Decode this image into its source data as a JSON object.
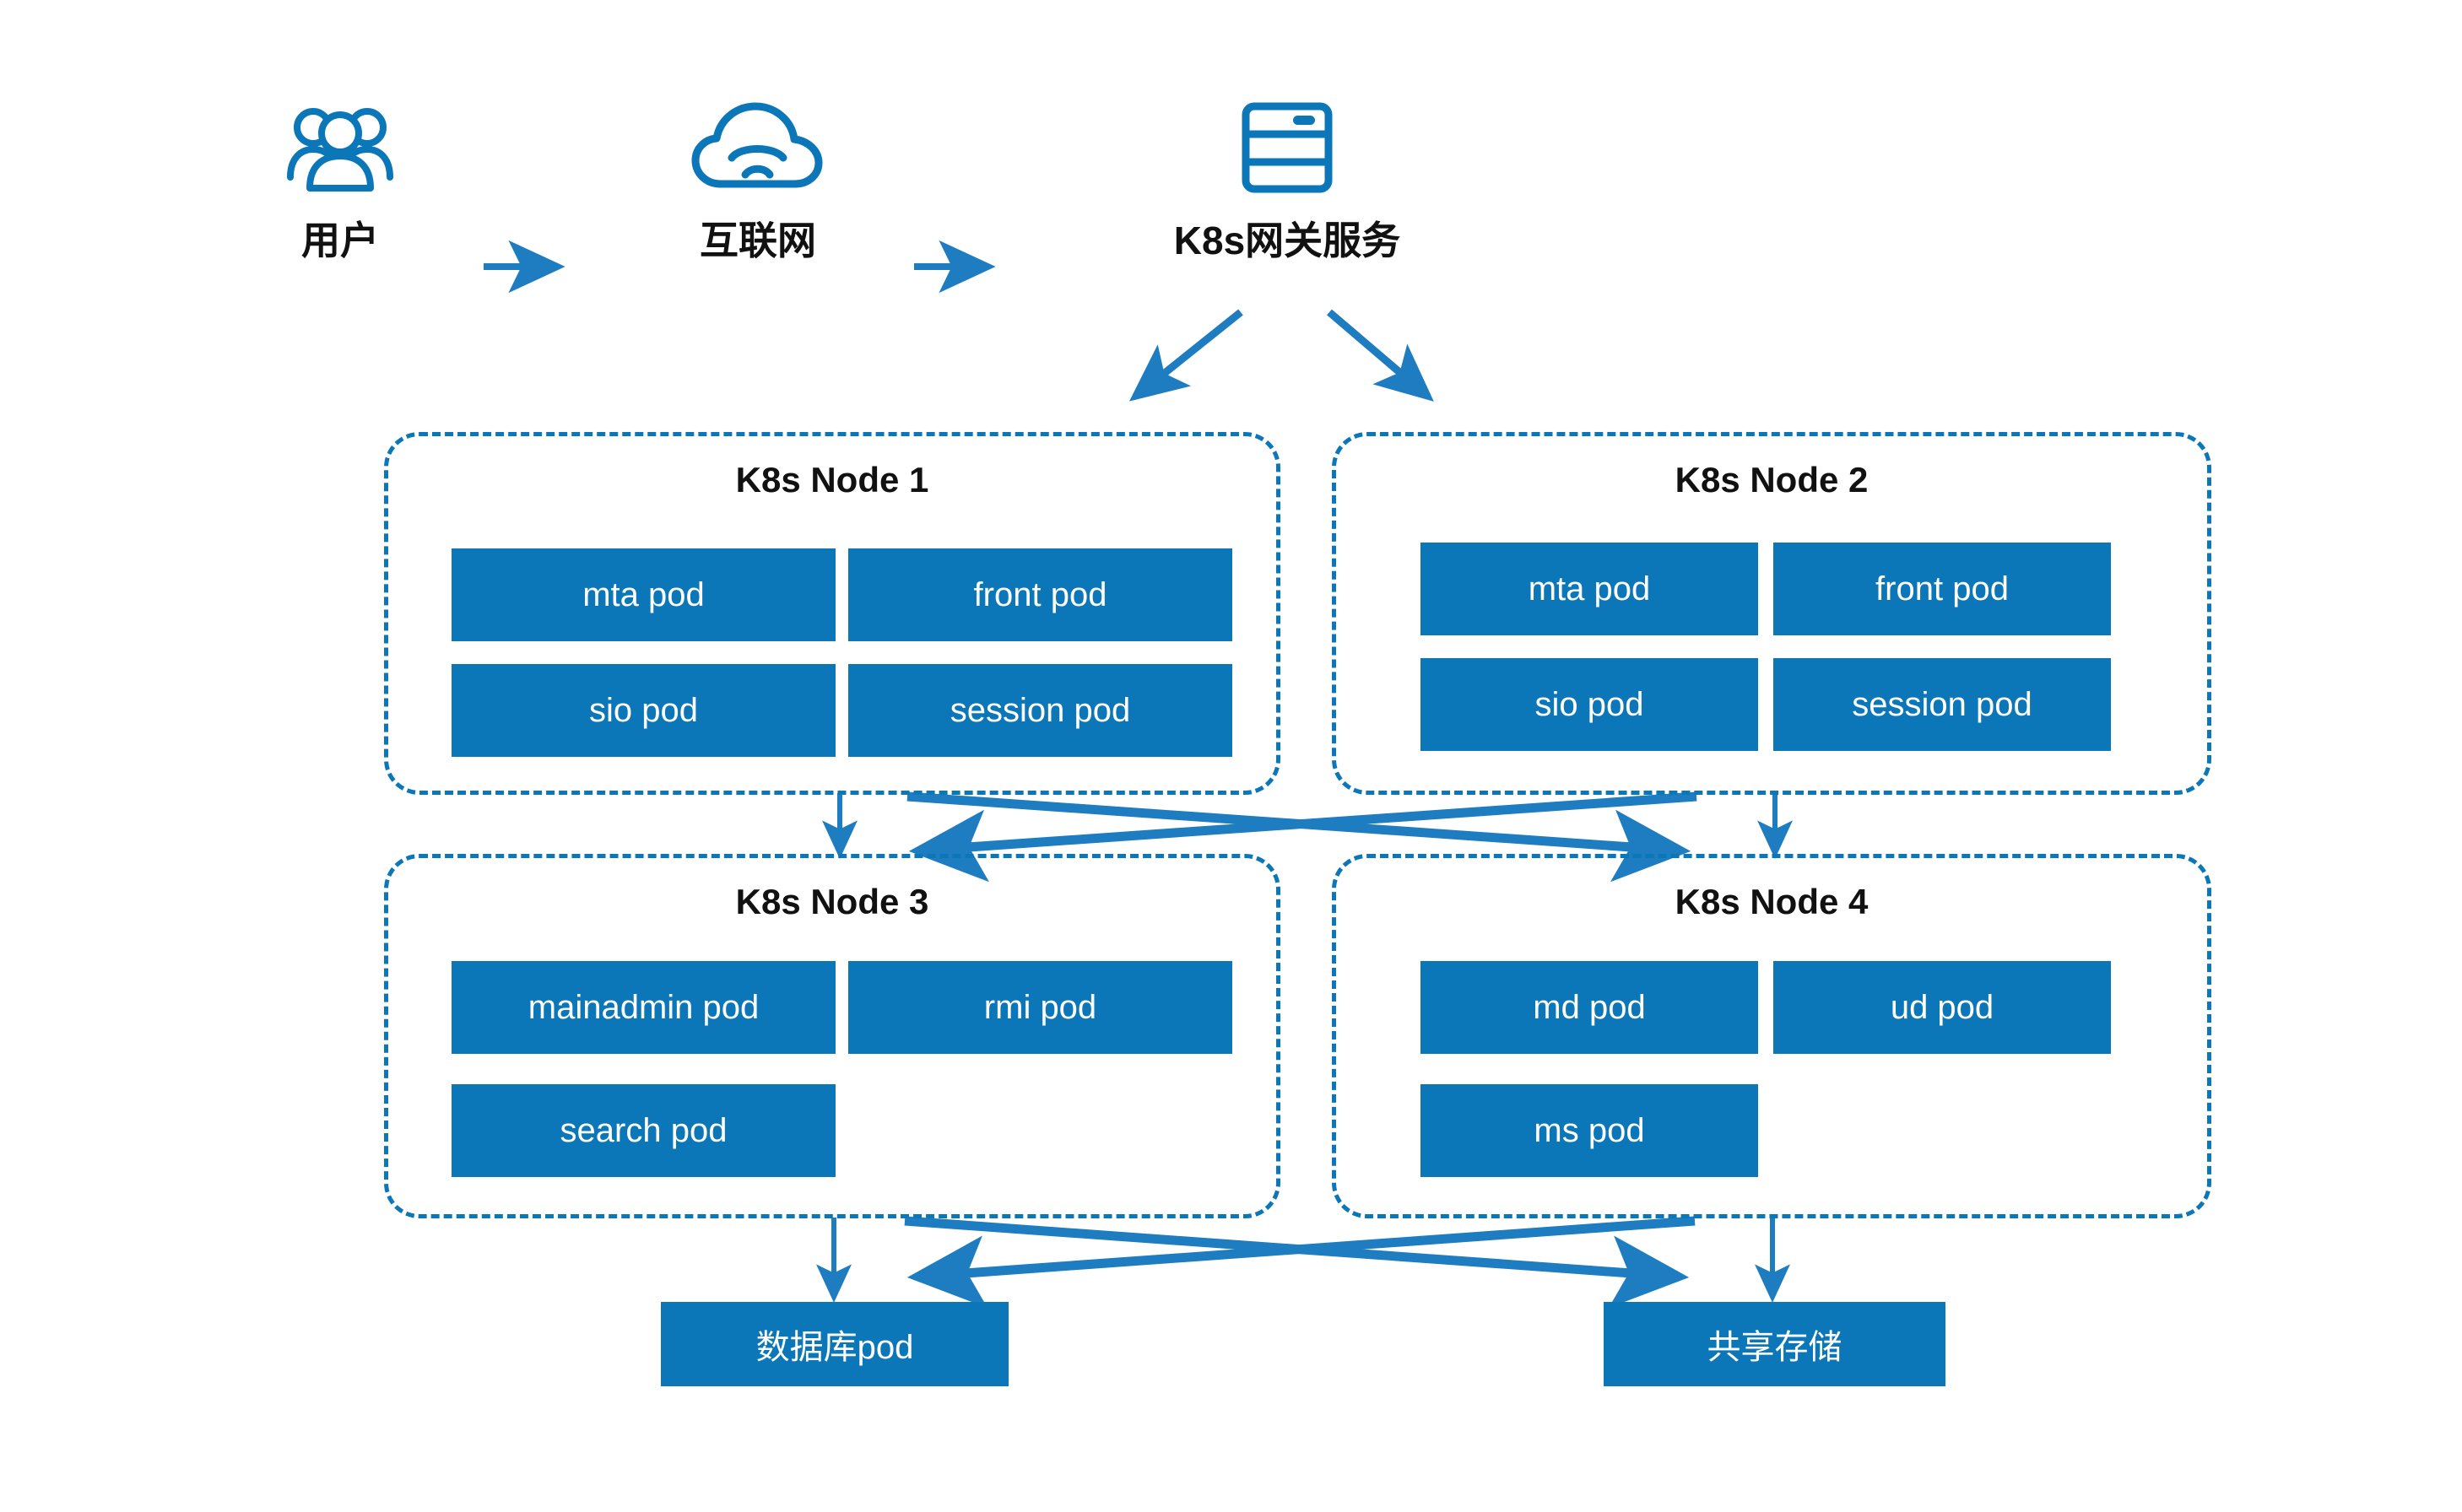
{
  "theme": {
    "accent": "#0B77B8",
    "text": "#111111",
    "background": "#ffffff",
    "pod_text": "#ffffff"
  },
  "flow": {
    "items": [
      {
        "icon": "users-icon",
        "label": "用户"
      },
      {
        "icon": "cloud-wifi-icon",
        "label": "互联网"
      },
      {
        "icon": "server-rack-icon",
        "label": "K8s网关服务"
      }
    ],
    "arrows": [
      {
        "name": "arrow-users-to-internet"
      },
      {
        "name": "arrow-internet-to-gateway"
      }
    ]
  },
  "nodes": [
    {
      "title": "K8s Node 1",
      "pods": [
        {
          "label": "mta pod"
        },
        {
          "label": "front pod"
        },
        {
          "label": "sio pod"
        },
        {
          "label": "session pod"
        }
      ]
    },
    {
      "title": "K8s Node 2",
      "pods": [
        {
          "label": "mta pod"
        },
        {
          "label": "front pod"
        },
        {
          "label": "sio pod"
        },
        {
          "label": "session pod"
        }
      ]
    },
    {
      "title": "K8s Node 3",
      "pods": [
        {
          "label": "mainadmin pod"
        },
        {
          "label": "rmi pod"
        },
        {
          "label": "search pod"
        }
      ]
    },
    {
      "title": "K8s Node 4",
      "pods": [
        {
          "label": "md pod"
        },
        {
          "label": "ud pod"
        },
        {
          "label": "ms pod"
        }
      ]
    }
  ],
  "storage": [
    {
      "label": "数据库pod"
    },
    {
      "label": "共享存储"
    }
  ]
}
